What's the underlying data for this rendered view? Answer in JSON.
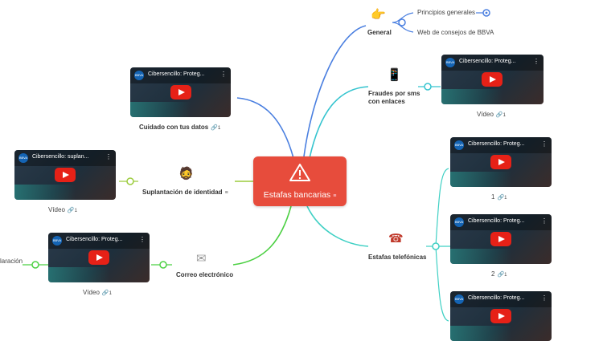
{
  "central": {
    "title": "Estafas bancarias",
    "icon": "warning-icon",
    "color": "#e74c3c"
  },
  "branches": {
    "general": {
      "label": "General",
      "icon": "pointing-hand-icon",
      "children": [
        "Principios generales",
        "Web de consejos de BBVA"
      ]
    },
    "fraudes_sms": {
      "label_line1": "Fraudes por sms",
      "label_line2": "con enlaces",
      "icon": "mobile-phone-icon",
      "video_title": "Cibersencillo: Proteg...",
      "caption": "Vídeo",
      "link_count": "1"
    },
    "cuidado": {
      "label": "Cuidado con tus datos",
      "link_count": "1",
      "video_title": "Cibersencillo: Proteg..."
    },
    "suplantacion": {
      "label": "Suplantación de identidad",
      "icon": "person-face-icon",
      "video_title": "Cibersencillo: suplan...",
      "caption": "Vídeo",
      "link_count": "1"
    },
    "correo": {
      "label": "Correo electrónico",
      "icon": "envelope-icon",
      "video_title": "Cibersencillo: Proteg...",
      "caption": "Vídeo",
      "link_count": "1",
      "left_item": "laración"
    },
    "telefonicas": {
      "label": "Estafas telefónicas",
      "icon": "telephone-icon",
      "videos": [
        {
          "title": "Cibersencillo: Proteg...",
          "caption": "1",
          "link_count": "1"
        },
        {
          "title": "Cibersencillo: Proteg...",
          "caption": "2",
          "link_count": "1"
        },
        {
          "title": "Cibersencillo: Proteg..."
        }
      ]
    }
  },
  "colors": {
    "blue": "#4a7fe0",
    "cyan": "#35c4cf",
    "teal": "#3fd0c4",
    "lime": "#9ccc3d",
    "green": "#4cd043"
  },
  "glyphs": {
    "link": "🔗",
    "note": "≡",
    "logo": "BBVA",
    "menu": "⋮",
    "emoji_hand": "👉",
    "emoji_phone": "📱",
    "emoji_face": "🧔",
    "emoji_mail": "✉",
    "emoji_tel": "☎"
  }
}
